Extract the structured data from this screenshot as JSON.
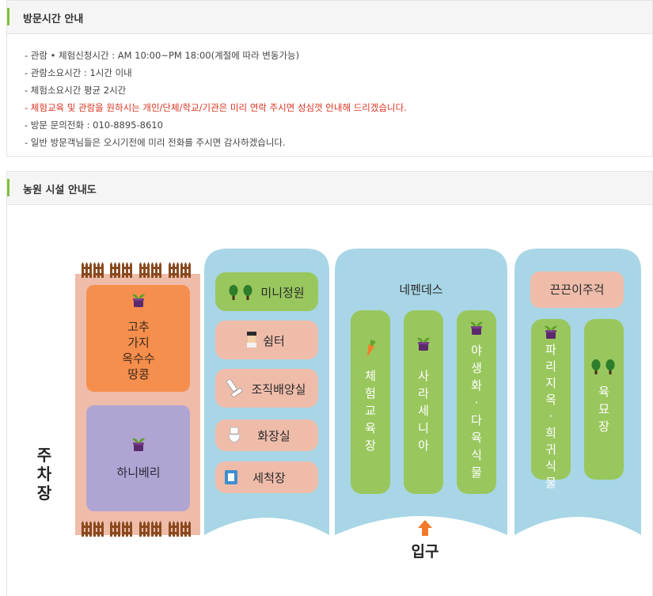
{
  "visit": {
    "title": "방문시간 안내",
    "items": [
      {
        "text": "- 관람 • 체험신청시간 : AM 10:00~PM 18:00(계절에 따라 변동가능)",
        "highlight": false
      },
      {
        "text": "- 관람소요시간 : 1시간 이내",
        "highlight": false
      },
      {
        "text": "- 체험소요시간 평균 2시간",
        "highlight": false
      },
      {
        "text": "- 체험교육 및 관람을 원하시는 개인/단체/학교/기관은 미리 연락 주시면 성심껏 안내해 드리겠습니다.",
        "highlight": true
      },
      {
        "text": "- 방문 문의전화 : 010-8895-8610",
        "highlight": false
      },
      {
        "text": "- 일반 방문객님들은 오시기전에 미리 전화를 주시면 감사하겠습니다.",
        "highlight": false
      }
    ]
  },
  "facility": {
    "title": "농원 시설 안내도",
    "parking": "주\n차\n장",
    "field": {
      "crops": "고추\n가지\n옥수수\n땅콩",
      "berry": "하니베리"
    },
    "garden": {
      "mini": "미니정원",
      "shelter": "쉼터",
      "lab": "조직배양실",
      "toilet": "화장실",
      "wash": "세척장"
    },
    "nepenthes": {
      "title": "네펜데스",
      "edu": "체험교육장",
      "sarracenia": "사라세니아",
      "wild": "야생화·다육식물"
    },
    "kkeun": {
      "title": "끈끈이주걱",
      "paris": "파리지옥·희귀식물",
      "nursery": "육묘장"
    },
    "entrance": "입구"
  },
  "colors": {
    "accent_green": "#7fbf3b",
    "highlight_red": "#d9321f",
    "sky_blue": "#a8d6e6",
    "leaf_green": "#99c75e",
    "salmon": "#efbcaa",
    "orange": "#f68e4d",
    "lavender": "#b0a4d2",
    "fence_brown": "#8a4a1f"
  }
}
